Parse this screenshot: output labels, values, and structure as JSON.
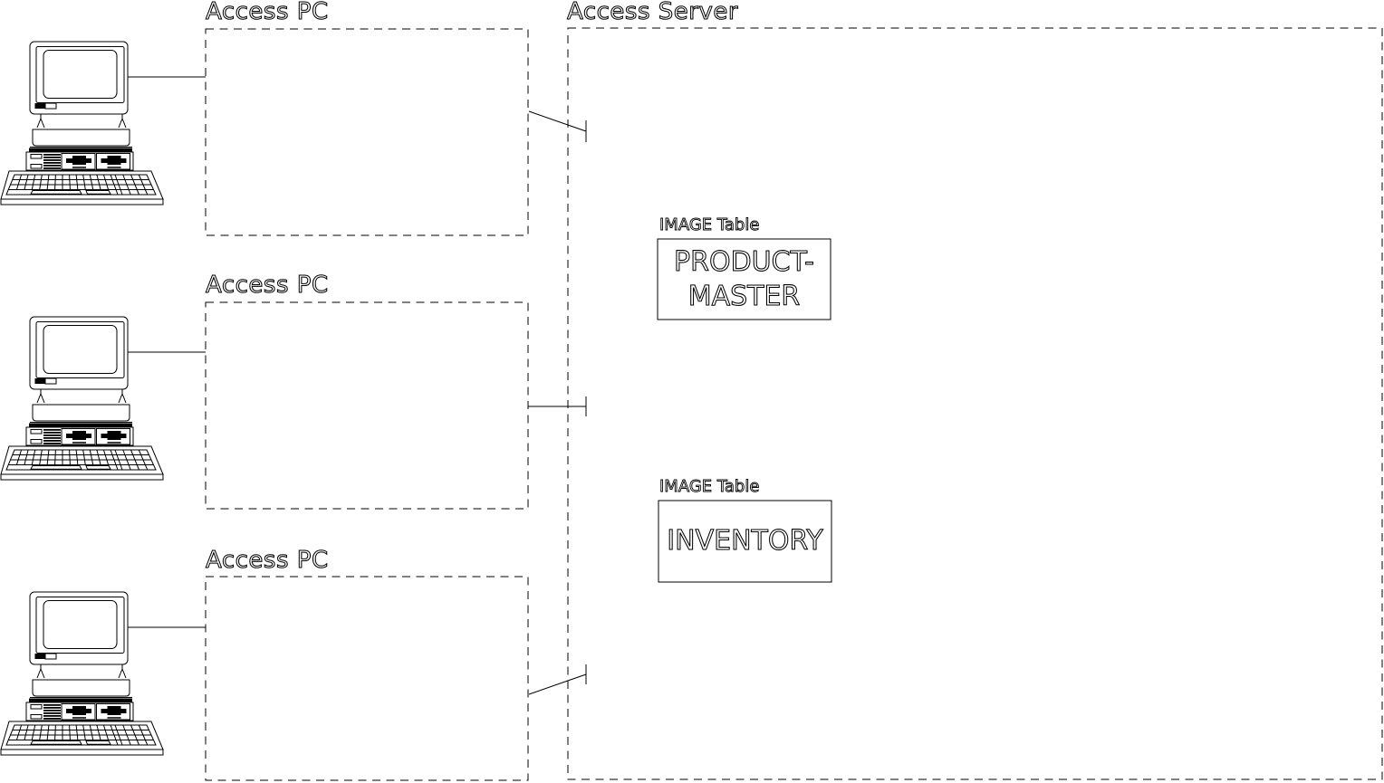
{
  "pc_groups": [
    {
      "label": "Access PC"
    },
    {
      "label": "Access PC"
    },
    {
      "label": "Access PC"
    }
  ],
  "server": {
    "label": "Access Server",
    "tables": [
      {
        "caption": "IMAGE Table",
        "line1": "PRODUCT-",
        "line2": "MASTER"
      },
      {
        "caption": "IMAGE Table",
        "line1": "INVENTORY"
      }
    ]
  },
  "icons": {
    "pc": "desktop-pc-icon"
  },
  "colors": {
    "ink": "#000000",
    "paper": "#ffffff"
  }
}
